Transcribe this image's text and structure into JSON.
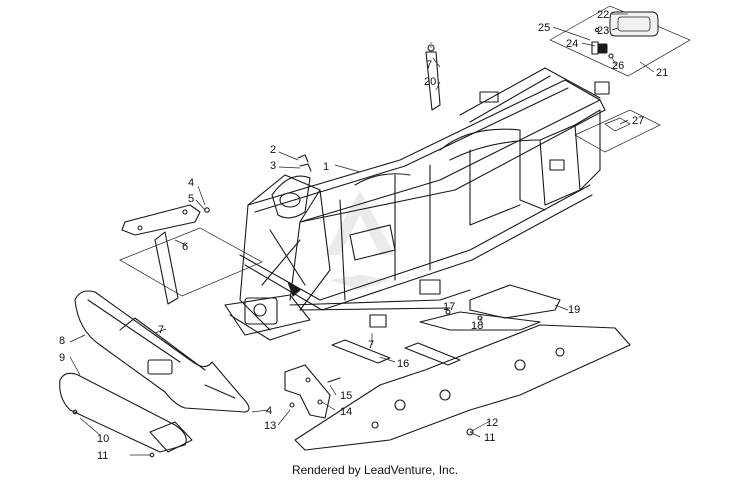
{
  "callouts": [
    {
      "id": "c1",
      "label": "1"
    },
    {
      "id": "c2",
      "label": "2"
    },
    {
      "id": "c3",
      "label": "3"
    },
    {
      "id": "c4a",
      "label": "4"
    },
    {
      "id": "c4b",
      "label": "4"
    },
    {
      "id": "c5",
      "label": "5"
    },
    {
      "id": "c6",
      "label": "6"
    },
    {
      "id": "c7a",
      "label": "7"
    },
    {
      "id": "c7b",
      "label": "7"
    },
    {
      "id": "c7c",
      "label": "7"
    },
    {
      "id": "c8",
      "label": "8"
    },
    {
      "id": "c9",
      "label": "9"
    },
    {
      "id": "c10",
      "label": "10"
    },
    {
      "id": "c11a",
      "label": "11"
    },
    {
      "id": "c11b",
      "label": "11"
    },
    {
      "id": "c12",
      "label": "12"
    },
    {
      "id": "c13",
      "label": "13"
    },
    {
      "id": "c14",
      "label": "14"
    },
    {
      "id": "c15",
      "label": "15"
    },
    {
      "id": "c16",
      "label": "16"
    },
    {
      "id": "c17",
      "label": "17"
    },
    {
      "id": "c18",
      "label": "18"
    },
    {
      "id": "c19",
      "label": "19"
    },
    {
      "id": "c20",
      "label": "20"
    },
    {
      "id": "c21",
      "label": "21"
    },
    {
      "id": "c22",
      "label": "22"
    },
    {
      "id": "c23",
      "label": "23"
    },
    {
      "id": "c24",
      "label": "24"
    },
    {
      "id": "c25",
      "label": "25"
    },
    {
      "id": "c26",
      "label": "26"
    },
    {
      "id": "c27",
      "label": "27"
    }
  ],
  "footer_text": "Rendered by LeadVenture, Inc."
}
